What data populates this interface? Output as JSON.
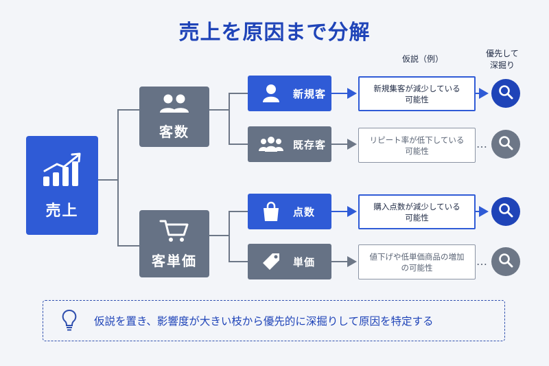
{
  "title": "売上を原因まで分解",
  "column_headers": {
    "hypothesis": "仮説（例）",
    "priority_line1": "優先して",
    "priority_line2": "深掘り"
  },
  "root": {
    "label": "売上",
    "icon": "bar-chart-up-icon",
    "color": "#2f5bd6"
  },
  "branches": [
    {
      "label": "客数",
      "icon": "users-icon",
      "color": "#667285"
    },
    {
      "label": "客単価",
      "icon": "shopping-cart-icon",
      "color": "#667285"
    }
  ],
  "leaves": [
    {
      "label": "新規客",
      "icon": "user-icon",
      "highlighted": true,
      "hypothesis_line1": "新規集客が減少している",
      "hypothesis_line2": "可能性"
    },
    {
      "label": "既存客",
      "icon": "group-icon",
      "highlighted": false,
      "hypothesis_line1": "リピート率が低下している",
      "hypothesis_line2": "可能性"
    },
    {
      "label": "点数",
      "icon": "shopping-bag-icon",
      "highlighted": true,
      "hypothesis_line1": "購入点数が減少している",
      "hypothesis_line2": "可能性"
    },
    {
      "label": "単価",
      "icon": "price-tag-icon",
      "highlighted": false,
      "hypothesis_line1": "値下げや低単価商品の増加",
      "hypothesis_line2": "の可能性"
    }
  ],
  "ellipsis": "…",
  "footer": {
    "icon": "lightbulb-icon",
    "text": "仮説を置き、影響度が大きい枝から優先的に深掘りして原因を特定する"
  },
  "colors": {
    "primary_blue": "#2f5bd6",
    "dark_blue": "#1f44b8",
    "gray": "#667285",
    "background": "#f3f5f9"
  }
}
